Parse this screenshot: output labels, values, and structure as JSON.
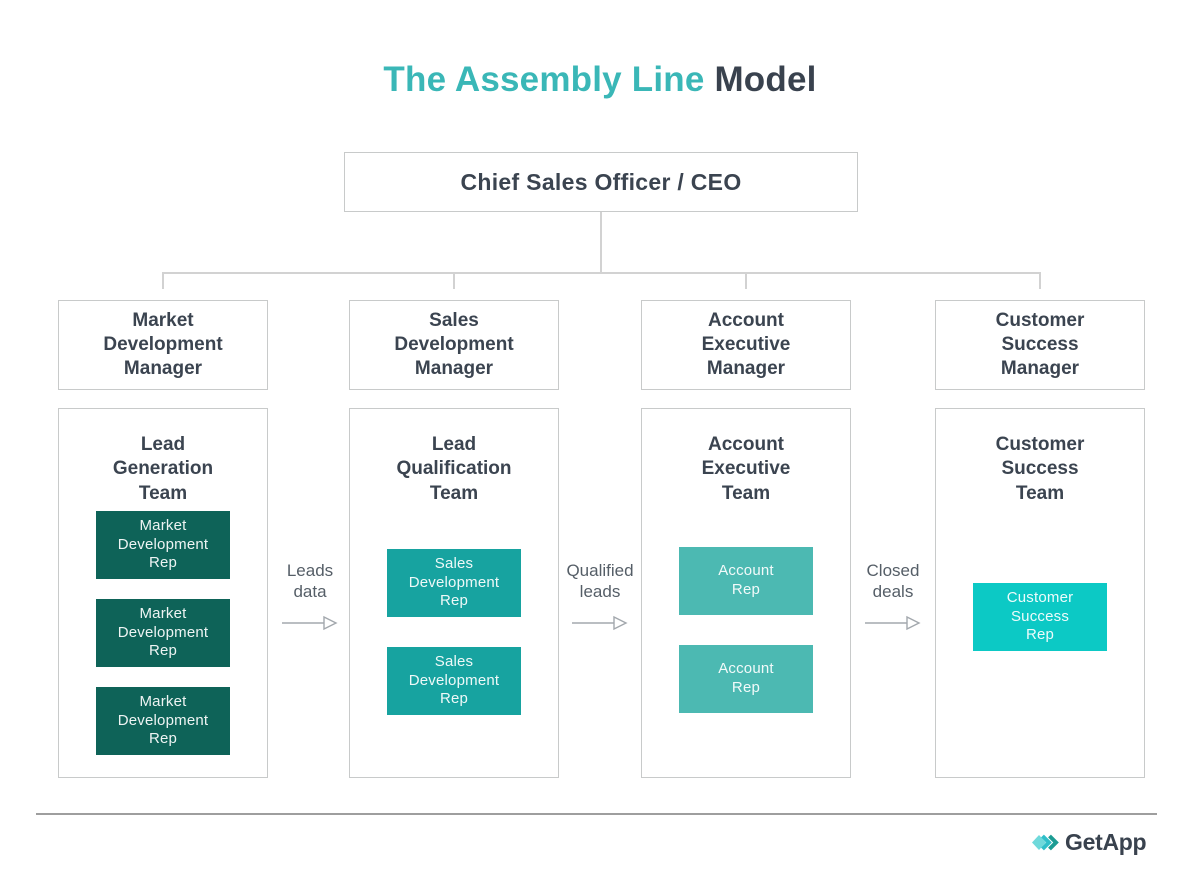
{
  "title": {
    "accent": "The Assembly Line",
    "rest": "Model"
  },
  "ceo_box": {
    "label": "Chief Sales Officer / CEO"
  },
  "columns": [
    {
      "manager": "Market\nDevelopment\nManager",
      "team": "Lead\nGeneration\nTeam",
      "rep_color": "#0E6358",
      "reps": [
        "Market\nDevelopment\nRep",
        "Market\nDevelopment\nRep",
        "Market\nDevelopment\nRep"
      ]
    },
    {
      "manager": "Sales\nDevelopment\nManager",
      "team": "Lead\nQualification\nTeam",
      "rep_color": "#17A3A0",
      "reps": [
        "Sales\nDevelopment\nRep",
        "Sales\nDevelopment\nRep"
      ]
    },
    {
      "manager": "Account\nExecutive\nManager",
      "team": "Account\nExecutive\nTeam",
      "rep_color": "#4CB9B2",
      "reps": [
        "Account\nRep",
        "Account\nRep"
      ]
    },
    {
      "manager": "Customer\nSuccess\nManager",
      "team": "Customer\nSuccess\nTeam",
      "rep_color": "#0CC9C5",
      "reps": [
        "Customer\nSuccess\nRep"
      ]
    }
  ],
  "flow_arrows": [
    {
      "label": "Leads\ndata"
    },
    {
      "label": "Qualified\nleads"
    },
    {
      "label": "Closed\ndeals"
    }
  ],
  "footer": {
    "brand": "GetApp"
  },
  "colors": {
    "title_accent": "#3AB7B7",
    "title_dark": "#39424E",
    "heading_text": "#3B4450",
    "box_border": "#C8CACA",
    "connector_line": "#D2D2D2",
    "arrow_stroke": "#A3A8AD",
    "arrow_label": "#555E67",
    "divider": "#9E9E9E",
    "logo_diamond": "#6FD9DB",
    "logo_chevron_mid": "#2FBFC9",
    "logo_chevron_dark": "#1C9C93"
  }
}
